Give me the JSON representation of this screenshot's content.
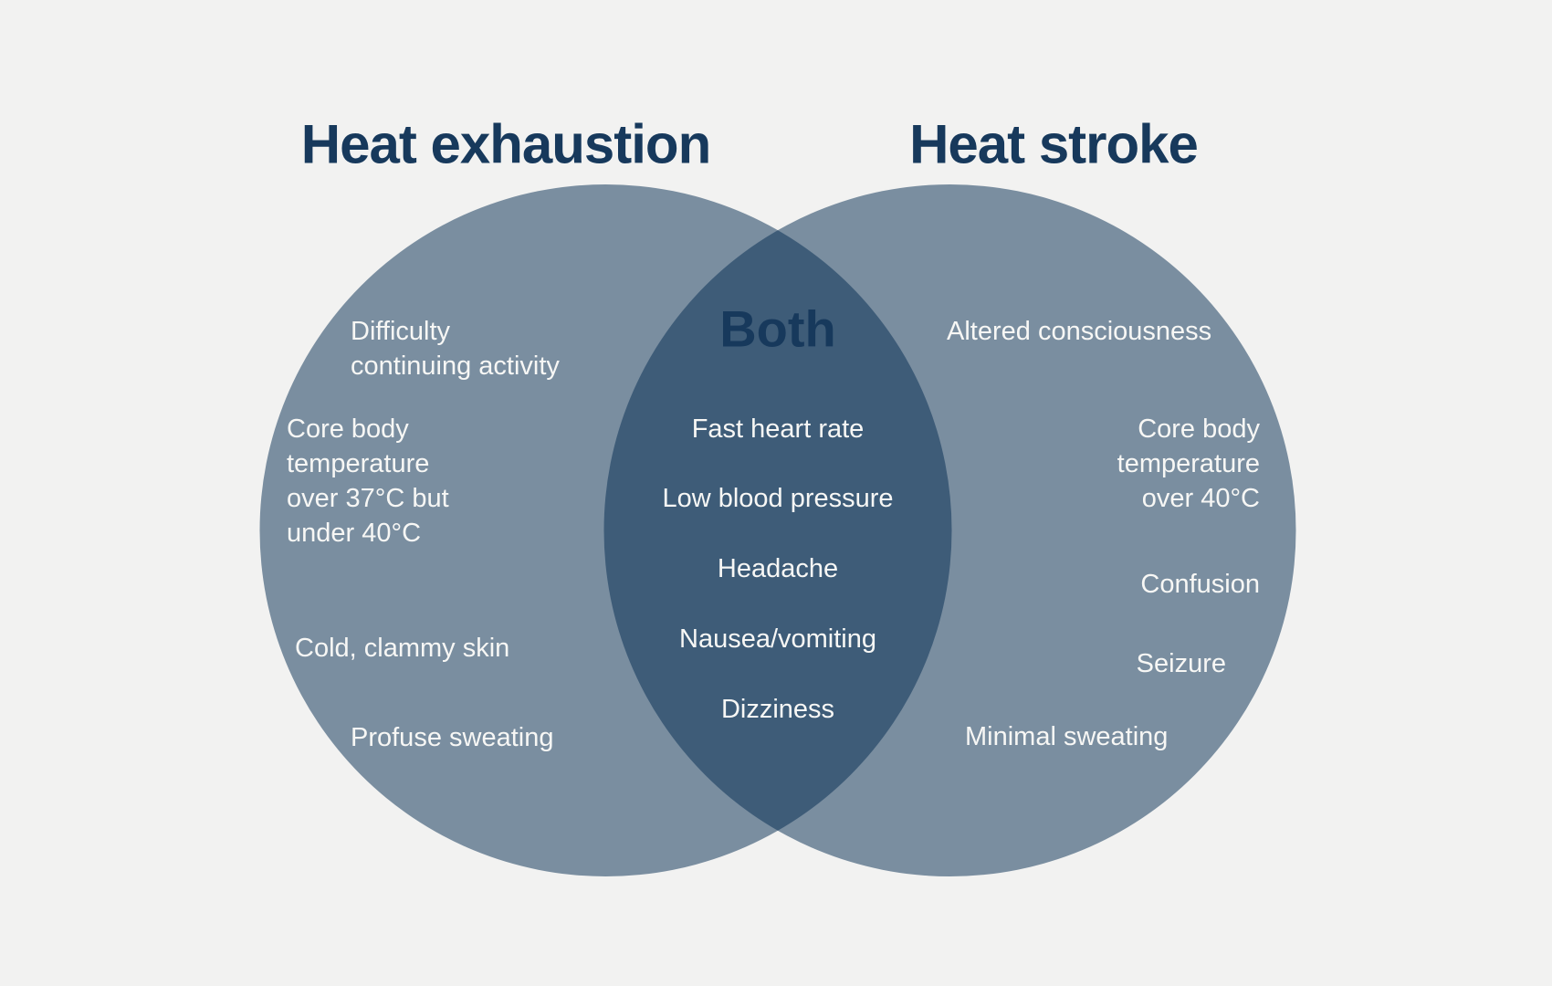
{
  "venn": {
    "background_color": "#F2F2F1",
    "circle_color": "#7A8EA0",
    "overlap_color": "#3E5C78",
    "heading_color": "#17395C",
    "text_color": "#F7F7F5",
    "left": {
      "title": "Heat exhaustion",
      "items": [
        "Difficulty\ncontinuing activity",
        "Core body\ntemperature\nover 37°C but\nunder 40°C",
        "Cold, clammy skin",
        "Profuse sweating"
      ]
    },
    "middle": {
      "title": "Both",
      "items": [
        "Fast heart rate",
        "Low blood pressure",
        "Headache",
        "Nausea/vomiting",
        "Dizziness"
      ]
    },
    "right": {
      "title": "Heat stroke",
      "items": [
        "Altered consciousness",
        "Core body\ntemperature\nover 40°C",
        "Confusion",
        "Seizure",
        "Minimal sweating"
      ]
    }
  }
}
